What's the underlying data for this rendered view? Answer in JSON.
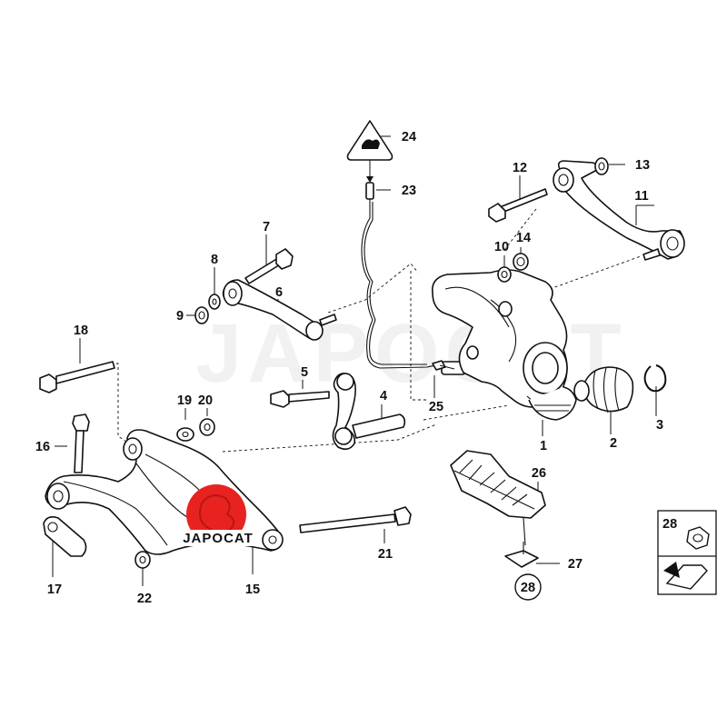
{
  "diagram": {
    "watermark": "JAPOCAT",
    "logo_text": "JAPOCAT",
    "colors": {
      "logo_red": "#e8231f",
      "line": "#111111",
      "background": "#ffffff"
    },
    "callouts": [
      {
        "id": "c1",
        "text": "1"
      },
      {
        "id": "c2",
        "text": "2"
      },
      {
        "id": "c3",
        "text": "3"
      },
      {
        "id": "c4",
        "text": "4"
      },
      {
        "id": "c5",
        "text": "5"
      },
      {
        "id": "c6",
        "text": "6"
      },
      {
        "id": "c7",
        "text": "7"
      },
      {
        "id": "c8",
        "text": "8"
      },
      {
        "id": "c9",
        "text": "9"
      },
      {
        "id": "c10",
        "text": "10"
      },
      {
        "id": "c11",
        "text": "11"
      },
      {
        "id": "c12",
        "text": "12"
      },
      {
        "id": "c13",
        "text": "13"
      },
      {
        "id": "c14",
        "text": "14"
      },
      {
        "id": "c15",
        "text": "15"
      },
      {
        "id": "c16",
        "text": "16"
      },
      {
        "id": "c17",
        "text": "17"
      },
      {
        "id": "c18",
        "text": "18"
      },
      {
        "id": "c19",
        "text": "19"
      },
      {
        "id": "c20",
        "text": "20"
      },
      {
        "id": "c21",
        "text": "21"
      },
      {
        "id": "c22",
        "text": "22"
      },
      {
        "id": "c23",
        "text": "23"
      },
      {
        "id": "c24",
        "text": "24"
      },
      {
        "id": "c25",
        "text": "25"
      },
      {
        "id": "c26",
        "text": "26"
      },
      {
        "id": "c27",
        "text": "27"
      },
      {
        "id": "c28",
        "text": "28"
      }
    ],
    "legend": {
      "label": "28",
      "circled_label": "28"
    }
  }
}
